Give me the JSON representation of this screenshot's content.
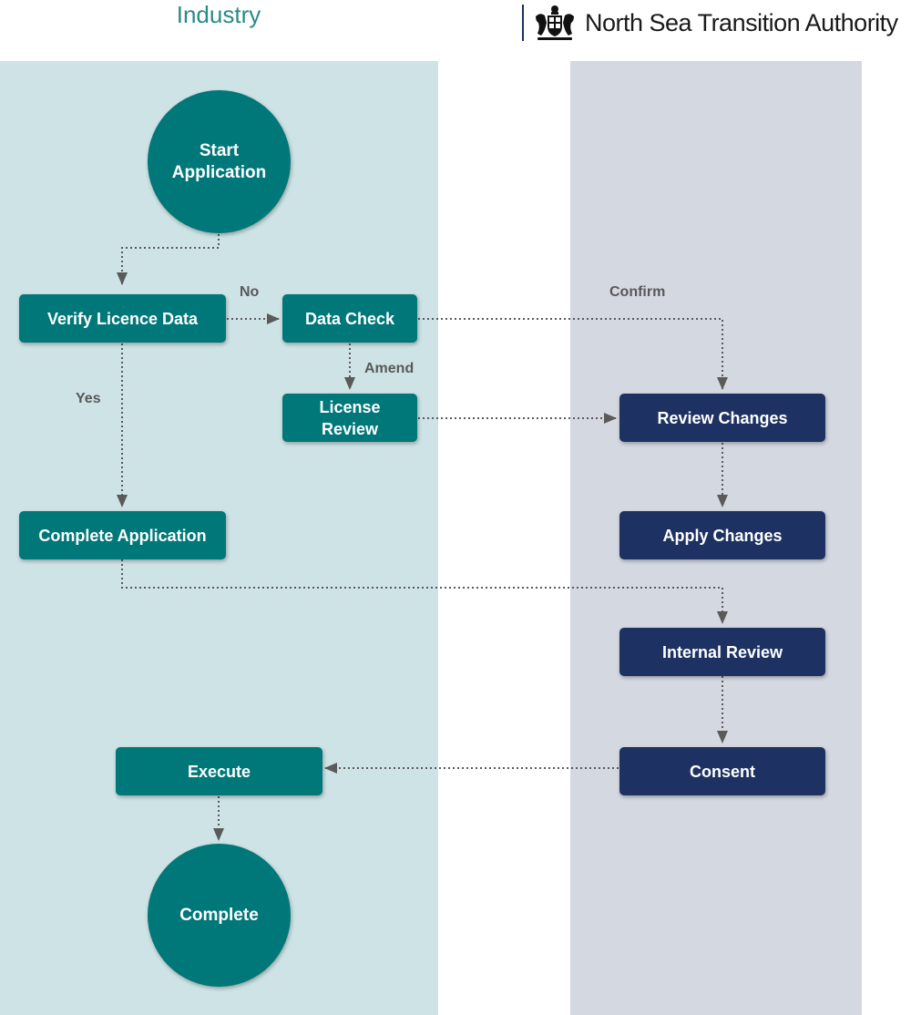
{
  "header": {
    "lane_left_title": "Industry",
    "organisation_name": "North Sea Transition Authority"
  },
  "nodes": {
    "start": [
      "Start",
      "Application"
    ],
    "verify": "Verify Licence Data",
    "data_check": "Data Check",
    "license_review": [
      "License",
      "Review"
    ],
    "complete_application": "Complete Application",
    "review_changes": "Review Changes",
    "apply_changes": "Apply Changes",
    "internal_review": "Internal Review",
    "consent": "Consent",
    "execute": "Execute",
    "complete": "Complete"
  },
  "edge_labels": {
    "no": "No",
    "yes": "Yes",
    "amend": "Amend",
    "confirm": "Confirm"
  },
  "colors": {
    "industry_node": "#007779",
    "authority_node": "#1d3262",
    "industry_lane": "#cde3e5",
    "authority_lane": "#d4d8e1",
    "connector": "#5a5a5a"
  }
}
